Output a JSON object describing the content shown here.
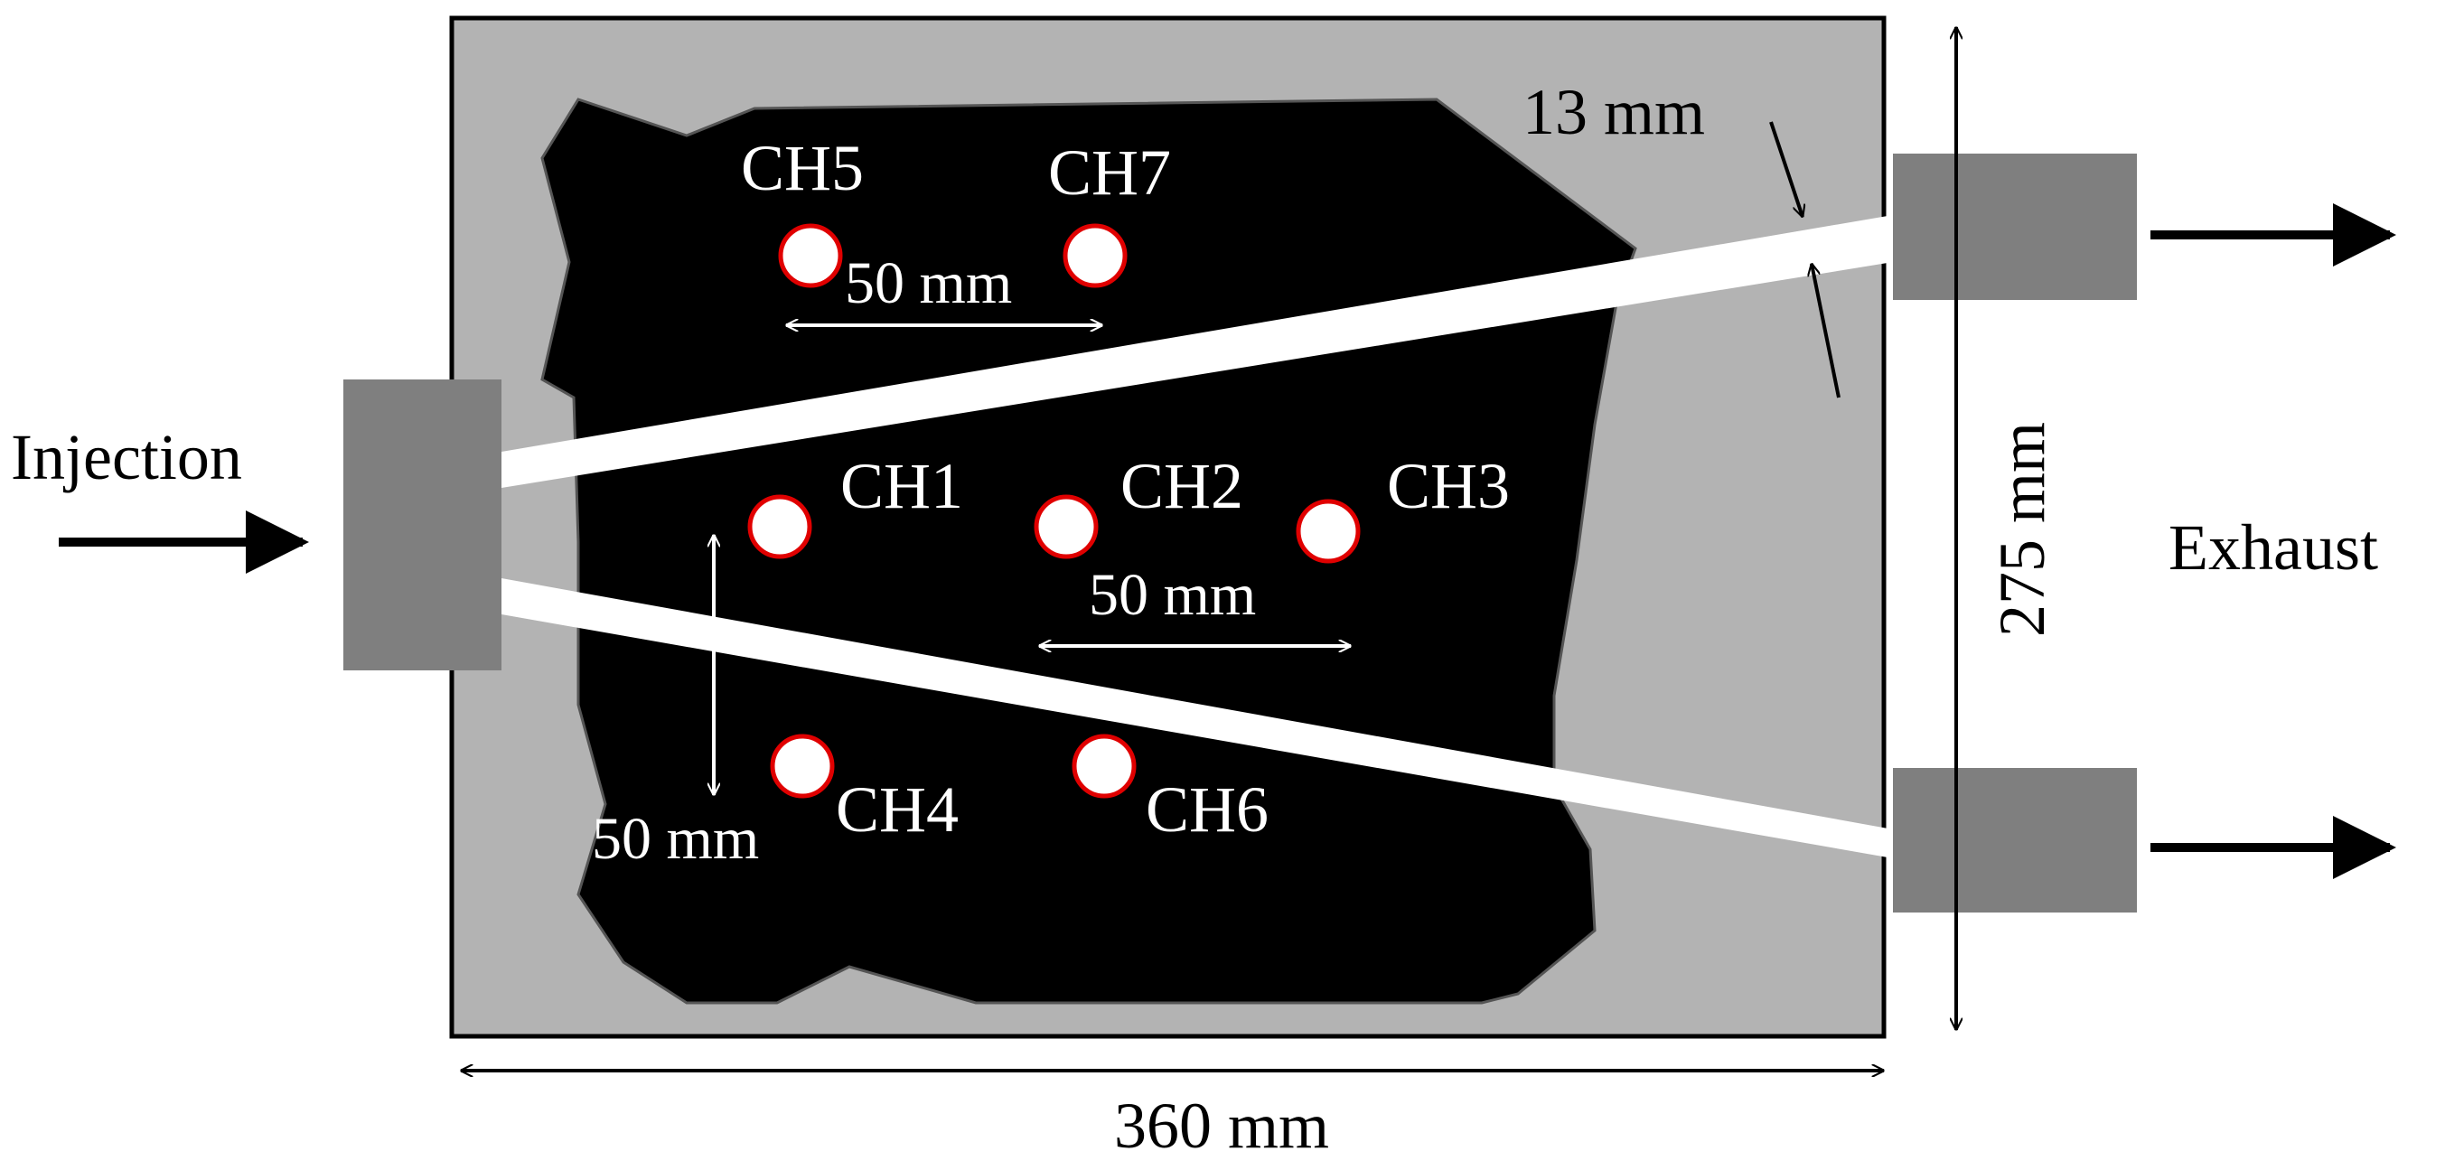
{
  "labels": {
    "injection": "Injection",
    "exhaust": "Exhaust",
    "width": "360 mm",
    "height": "275 mm",
    "gap": "13 mm",
    "spacing_top": "50 mm",
    "spacing_mid": "50 mm",
    "spacing_left": "50 mm"
  },
  "channels": [
    {
      "id": "CH1"
    },
    {
      "id": "CH2"
    },
    {
      "id": "CH3"
    },
    {
      "id": "CH4"
    },
    {
      "id": "CH5"
    },
    {
      "id": "CH6"
    },
    {
      "id": "CH7"
    }
  ],
  "colors": {
    "plate": "#b3b3b3",
    "region": "#000000",
    "port": "#7f7f7f",
    "sensor_ring": "#e00000",
    "border": "#000000"
  }
}
